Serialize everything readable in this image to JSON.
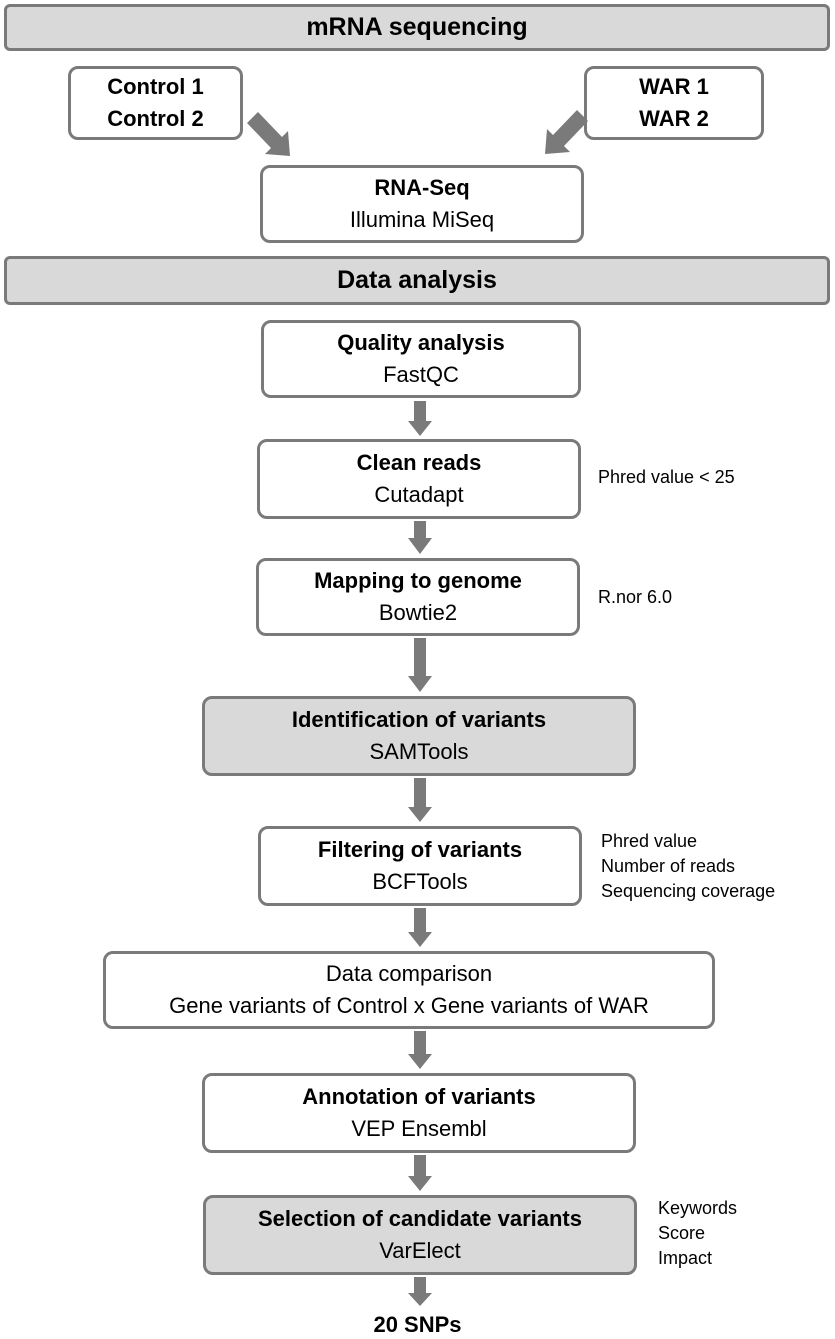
{
  "banners": {
    "mrna_sequencing": "mRNA sequencing",
    "data_analysis": "Data analysis"
  },
  "inputs": {
    "control": [
      "Control 1",
      "Control 2"
    ],
    "war": [
      "WAR 1",
      "WAR 2"
    ]
  },
  "steps": {
    "rnaseq": {
      "title": "RNA-Seq",
      "tool": "Illumina MiSeq"
    },
    "quality": {
      "title": "Quality analysis",
      "tool": "FastQC"
    },
    "clean": {
      "title": "Clean reads",
      "tool": "Cutadapt"
    },
    "mapping": {
      "title": "Mapping to genome",
      "tool": "Bowtie2"
    },
    "identification": {
      "title": "Identification of variants",
      "tool": "SAMTools"
    },
    "filtering": {
      "title": "Filtering of variants",
      "tool": "BCFTools"
    },
    "comparison": {
      "title": "Data comparison",
      "tool": "Gene variants of Control x Gene variants of WAR"
    },
    "annotation": {
      "title": "Annotation of variants",
      "tool": "VEP Ensembl"
    },
    "selection": {
      "title": "Selection of candidate variants",
      "tool": "VarElect"
    }
  },
  "notes": {
    "clean": "Phred value < 25",
    "mapping": "R.nor 6.0",
    "filtering": [
      "Phred value",
      "Number of reads",
      "Sequencing coverage"
    ],
    "selection": [
      "Keywords",
      "Score",
      "Impact"
    ]
  },
  "result": "20 SNPs",
  "colors": {
    "border": "#7a7a7a",
    "grey_fill": "#d9d9d9",
    "arrow": "#7a7a7a"
  }
}
